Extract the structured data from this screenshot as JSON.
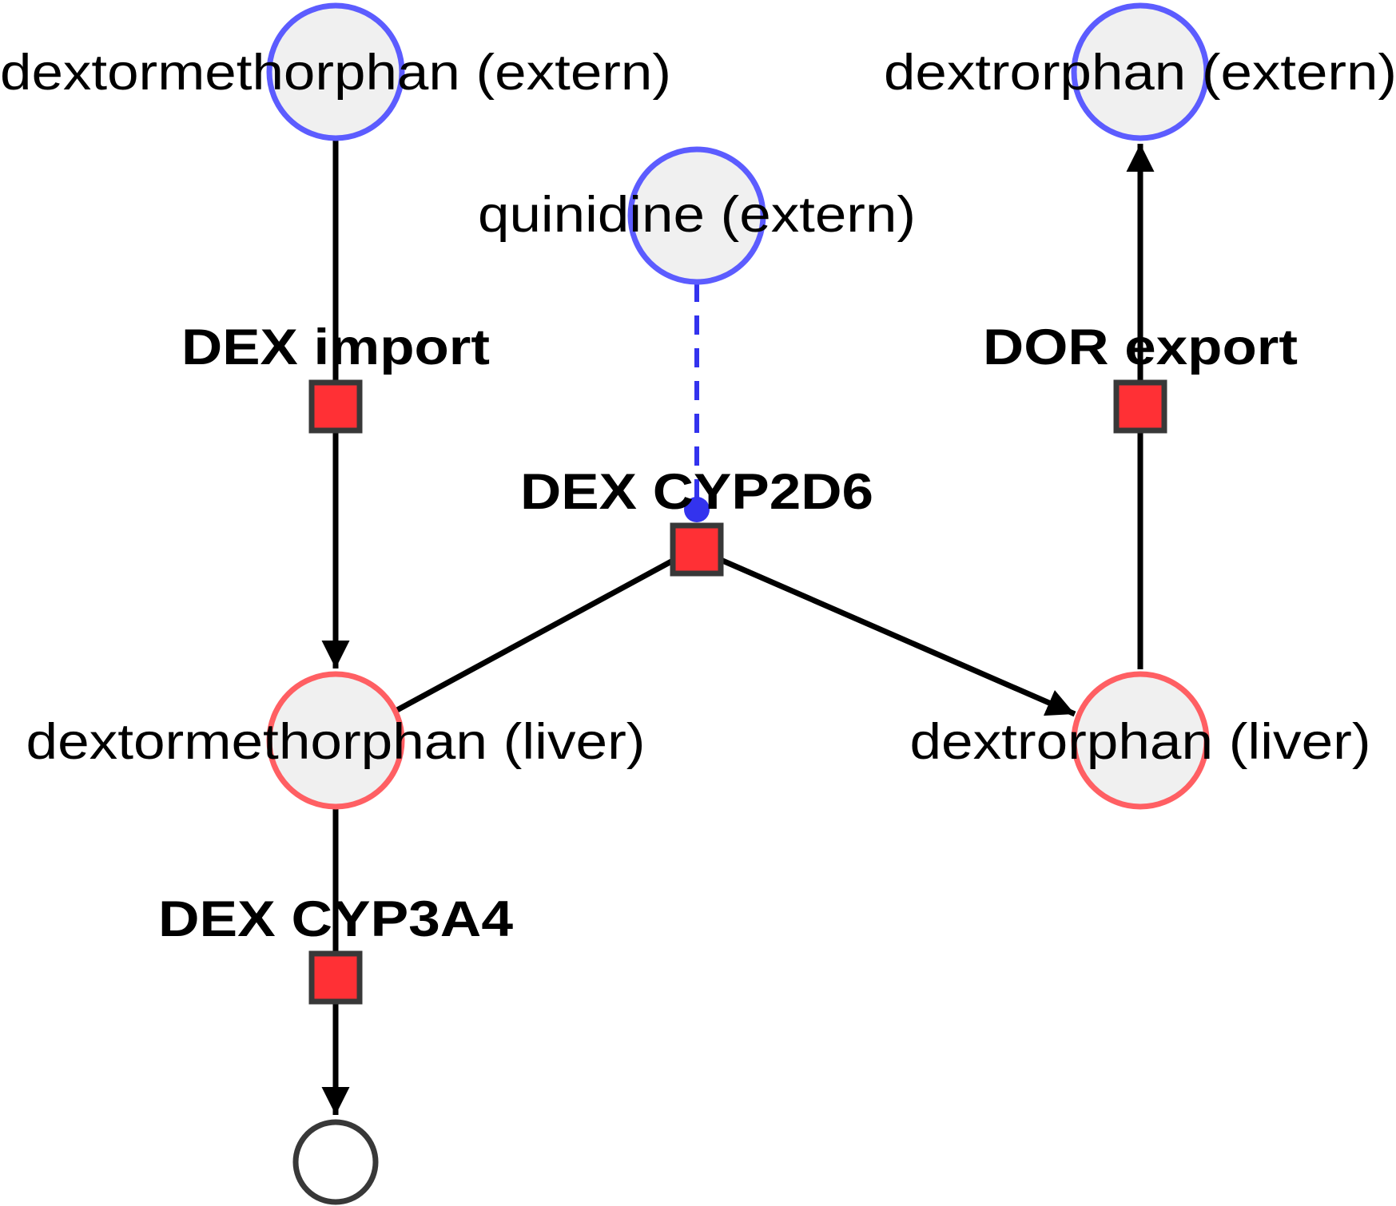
{
  "colors": {
    "extern_border": "#5c5cff",
    "liver_border": "#ff5f63",
    "species_fill": "#f0f0f0",
    "reaction_fill": "#ff3035",
    "reaction_border": "#383838",
    "sink_border": "#383838",
    "edge": "#000000",
    "modifier_edge": "#3333ee"
  },
  "species": {
    "dex_extern": {
      "label": "dextormethorphan (extern)",
      "compartment": "extern"
    },
    "dor_extern": {
      "label": "dextrorphan (extern)",
      "compartment": "extern"
    },
    "quinidine_extern": {
      "label": "quinidine (extern)",
      "compartment": "extern"
    },
    "dex_liver": {
      "label": "dextormethorphan (liver)",
      "compartment": "liver"
    },
    "dor_liver": {
      "label": "dextrorphan (liver)",
      "compartment": "liver"
    }
  },
  "sink": {
    "label": ""
  },
  "reactions": {
    "dex_import": {
      "label": "DEX import"
    },
    "dor_export": {
      "label": "DOR export"
    },
    "dex_cyp2d6": {
      "label": "DEX CYP2D6"
    },
    "dex_cyp3a4": {
      "label": "DEX CYP3A4"
    }
  },
  "edges": [
    {
      "from": "dex_extern",
      "to": "dex_import",
      "kind": "substrate"
    },
    {
      "from": "dex_import",
      "to": "dex_liver",
      "kind": "product"
    },
    {
      "from": "dex_liver",
      "to": "dex_cyp2d6",
      "kind": "substrate"
    },
    {
      "from": "dex_cyp2d6",
      "to": "dor_liver",
      "kind": "product"
    },
    {
      "from": "dor_liver",
      "to": "dor_export",
      "kind": "substrate"
    },
    {
      "from": "dor_export",
      "to": "dor_extern",
      "kind": "product"
    },
    {
      "from": "dex_liver",
      "to": "dex_cyp3a4",
      "kind": "substrate"
    },
    {
      "from": "dex_cyp3a4",
      "to": "sink",
      "kind": "product"
    },
    {
      "from": "quinidine_extern",
      "to": "dex_cyp2d6",
      "kind": "inhibitor"
    }
  ]
}
